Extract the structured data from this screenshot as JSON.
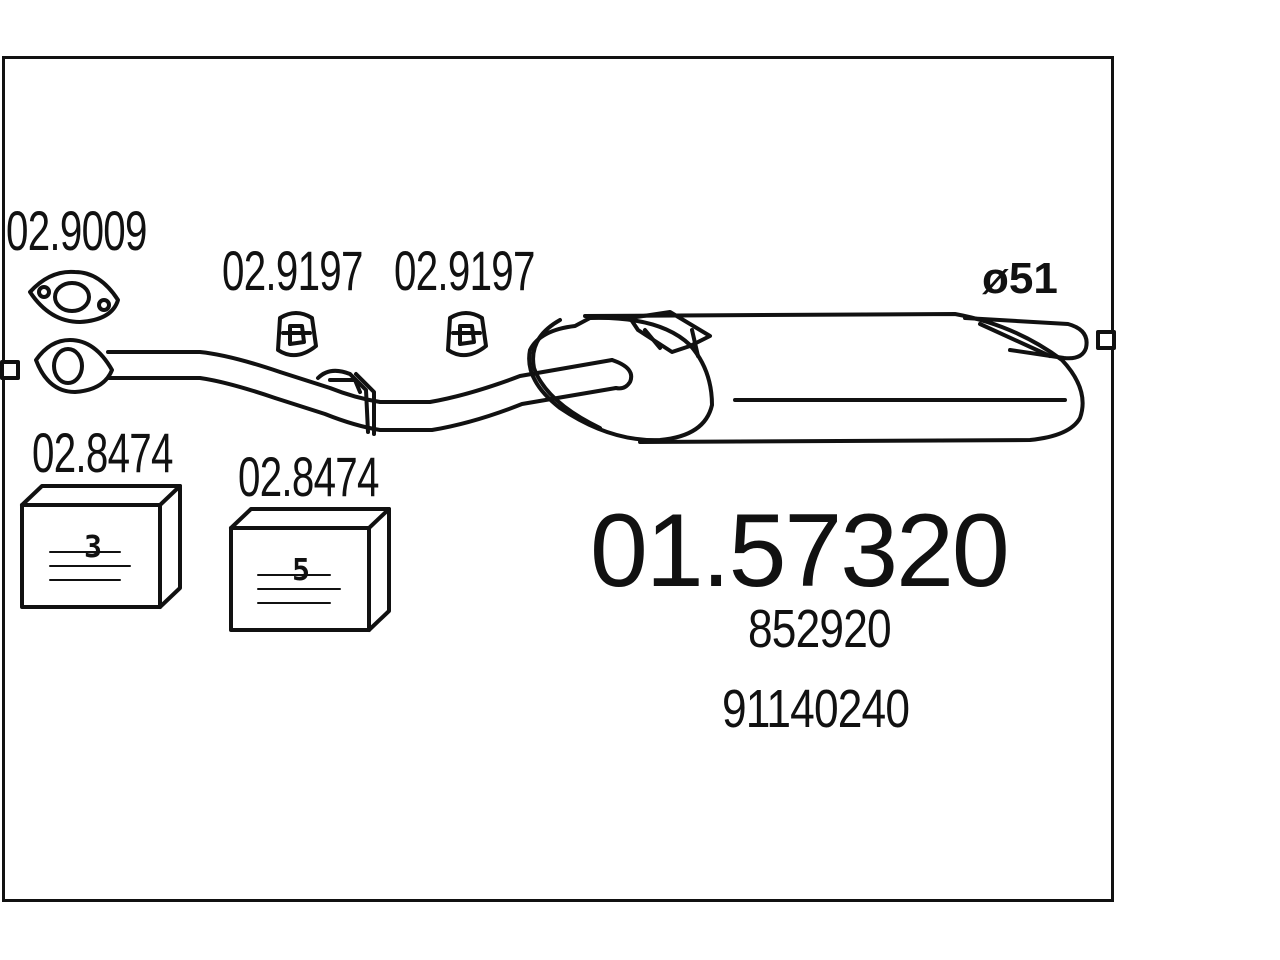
{
  "labels": {
    "gasket": "02.9009",
    "rubber_mount_1": "02.9197",
    "rubber_mount_2": "02.9197",
    "clamp_box_1": "02.8474",
    "clamp_box_2": "02.8474",
    "diameter": "ø51"
  },
  "boxes": {
    "box_1_qty": "3",
    "box_2_qty": "5"
  },
  "part": {
    "main_number": "01.57320",
    "alt_number_1": "852920",
    "alt_number_2": "91140240"
  },
  "colors": {
    "line": "#111111",
    "background": "#ffffff"
  }
}
